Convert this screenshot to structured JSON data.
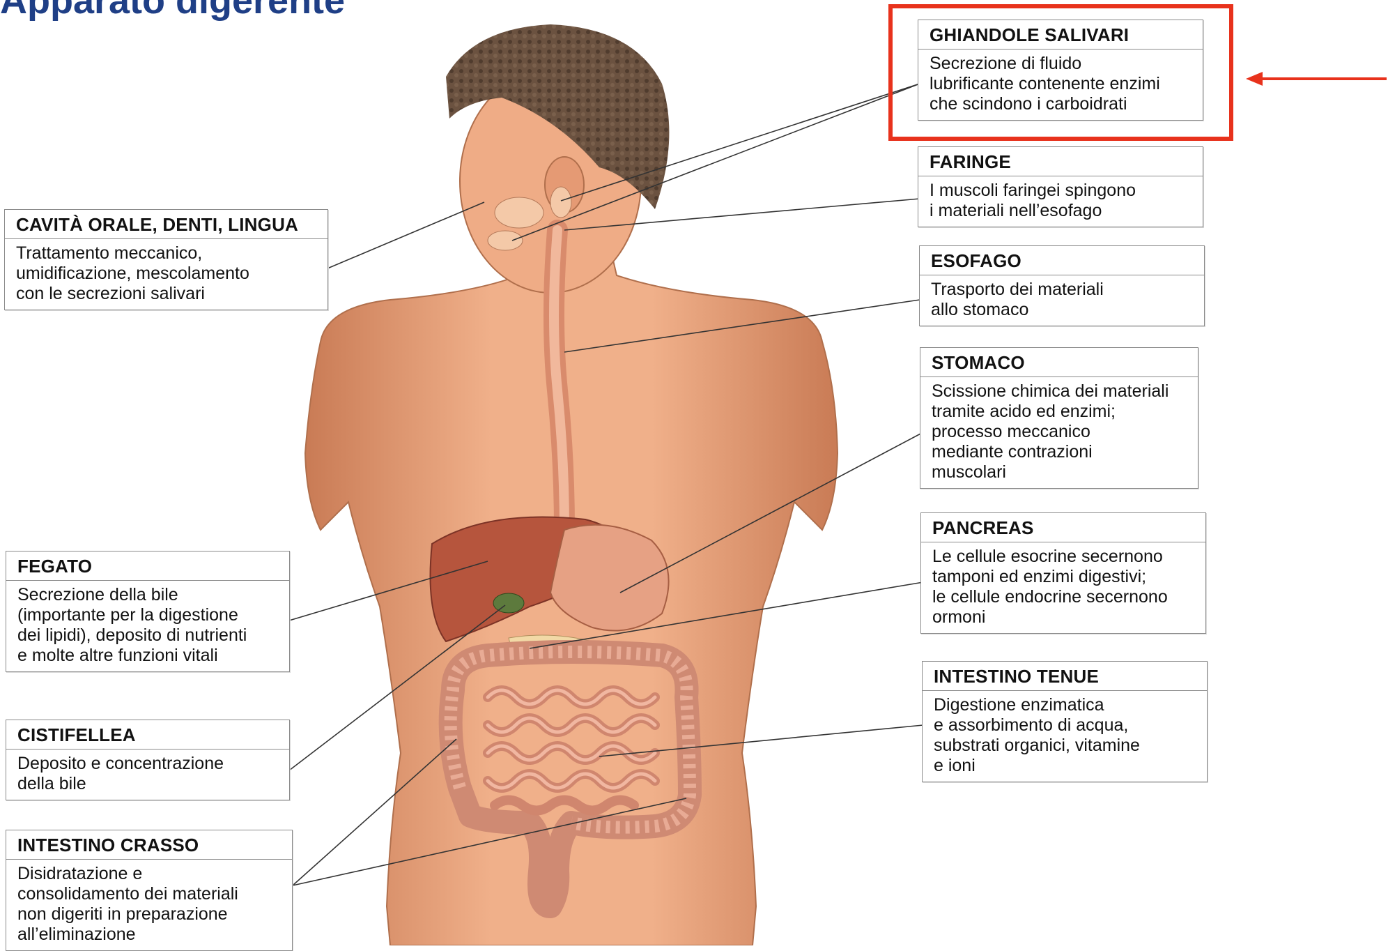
{
  "slide": {
    "title": "Apparato digerente"
  },
  "labels": {
    "ghiandole": {
      "title": "GHIANDOLE SALIVARI",
      "lines": [
        "Secrezione di fluido",
        "lubrificante contenente enzimi",
        "che scindono i carboidrati"
      ]
    },
    "faringe": {
      "title": "FARINGE",
      "lines": [
        "I muscoli faringei spingono",
        "i materiali nell’esofago"
      ]
    },
    "esofago": {
      "title": "ESOFAGO",
      "lines": [
        "Trasporto dei materiali",
        "allo stomaco"
      ]
    },
    "stomaco": {
      "title": "STOMACO",
      "lines": [
        "Scissione chimica dei materiali",
        "tramite acido ed enzimi;",
        "processo meccanico",
        "mediante contrazioni",
        "muscolari"
      ]
    },
    "pancreas": {
      "title": "PANCREAS",
      "lines": [
        "Le cellule esocrine secernono",
        "tamponi ed enzimi digestivi;",
        "le cellule endocrine secernono",
        "ormoni"
      ]
    },
    "tenue": {
      "title": "INTESTINO TENUE",
      "lines": [
        "Digestione enzimatica",
        "e assorbimento di acqua,",
        "substrati organici, vitamine",
        "e ioni"
      ]
    },
    "cavita": {
      "title": "CAVITÀ ORALE, DENTI, LINGUA",
      "lines": [
        "Trattamento meccanico,",
        "umidificazione, mescolamento",
        "con le secrezioni salivari"
      ]
    },
    "fegato": {
      "title": "FEGATO",
      "lines": [
        "Secrezione della bile",
        "(importante per la digestione",
        "dei lipidi), deposito di nutrienti",
        "e molte altre funzioni vitali"
      ]
    },
    "cistifellea": {
      "title": "CISTIFELLEA",
      "lines": [
        "Deposito e concentrazione",
        "della bile"
      ]
    },
    "crasso": {
      "title": "INTESTINO CRASSO",
      "lines": [
        "Disidratazione e",
        "consolidamento dei materiali",
        "non digeriti in preparazione",
        "all’eliminazione"
      ]
    }
  },
  "colors": {
    "highlight": "#e8321c",
    "title": "#1f3f86",
    "skin": "#e9a27c",
    "hair": "#5a4636"
  }
}
